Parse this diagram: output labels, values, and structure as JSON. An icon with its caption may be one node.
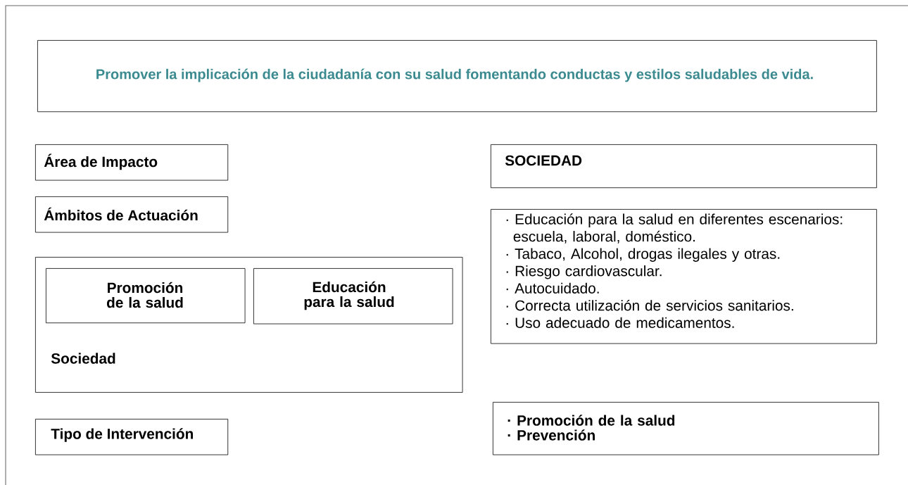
{
  "diagram": {
    "nodes": [
      {
        "text": [
          "Promover la implicación de la ciudadanía con su salud fomentando conductas y estilos saludables de vida."
        ]
      },
      {
        "text": [
          "Área de Impacto"
        ]
      },
      {
        "text": [
          "SOCIEDAD"
        ]
      },
      {
        "text": [
          "Ámbitos de Actuación"
        ]
      },
      {
        "text": [
          "· Educación para la salud en diferentes escenarios: escuela, laboral, doméstico.",
          "· Tabaco, Alcohol, drogas ilegales y otras.",
          "· Riesgo cardiovascular.",
          "· Autocuidado.",
          "· Correcta utilización de servicios sanitarios.",
          "· Uso adecuado de medicamentos."
        ]
      },
      {
        "text": [
          "Sociedad"
        ]
      },
      {
        "text": [
          "Promoción de la salud"
        ],
        "in": 5
      },
      {
        "text": [
          "Educación para la salud"
        ],
        "in": 5
      },
      {
        "text": [
          "Tipo de Intervención"
        ]
      },
      {
        "text": [
          "· Promoción de la salud",
          "· Prevención"
        ]
      }
    ]
  }
}
